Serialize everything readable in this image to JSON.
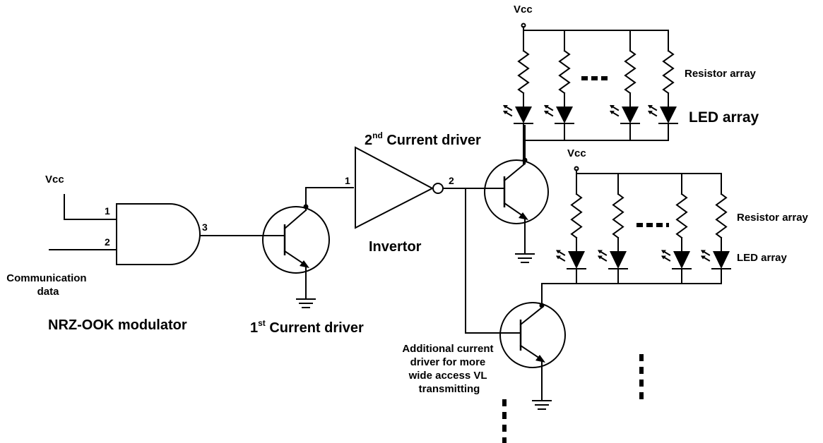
{
  "labels": {
    "vcc": "Vcc",
    "pin1": "1",
    "pin2": "2",
    "pin3": "3",
    "comm_data_line1": "Communication",
    "comm_data_line2": "data",
    "modulator": "NRZ-OOK modulator",
    "driver1_num": "1",
    "driver1_sup": "st",
    "driver1_rest": " Current driver",
    "driver2_num": "2",
    "driver2_sup": "nd",
    "driver2_rest": " Current driver",
    "invertor": "Invertor",
    "resistor_array": "Resistor array",
    "led_array": "LED array",
    "additional_line1": "Additional current",
    "additional_line2": "driver for more",
    "additional_line3": "wide access VL",
    "additional_line4": "transmitting"
  }
}
